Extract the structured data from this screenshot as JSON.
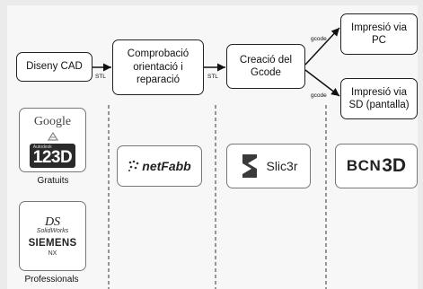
{
  "flow": {
    "cad": "Diseny CAD",
    "check": [
      "Comprobació",
      "orientació i",
      "reparació"
    ],
    "slice": [
      "Creació del",
      "Gcode"
    ],
    "pc": [
      "Impresió via",
      "PC"
    ],
    "sd": [
      "Impresió via",
      "SD (pantalla)"
    ]
  },
  "arrow_labels": {
    "stl1": "STL",
    "stl2": "STL",
    "gcode_top": "gcode",
    "gcode_bottom": "gcode"
  },
  "logos": {
    "google": "Google",
    "autodesk": "Autodesk",
    "app123d": "123D",
    "solidworks_ds": "DS",
    "solidworks": "SolidWorks",
    "siemens": "SIEMENS",
    "nx": "NX",
    "netfabb": "netFabb",
    "slic3r": "Slic3r",
    "bcn3d_prefix": "BCN",
    "bcn3d_suffix": "3D"
  },
  "captions": {
    "free": "Gratuits",
    "pro": "Professionals"
  },
  "colors": {
    "box_border": "#222222",
    "logo_red": "#c8262c",
    "dark": "#2a2a2a"
  }
}
